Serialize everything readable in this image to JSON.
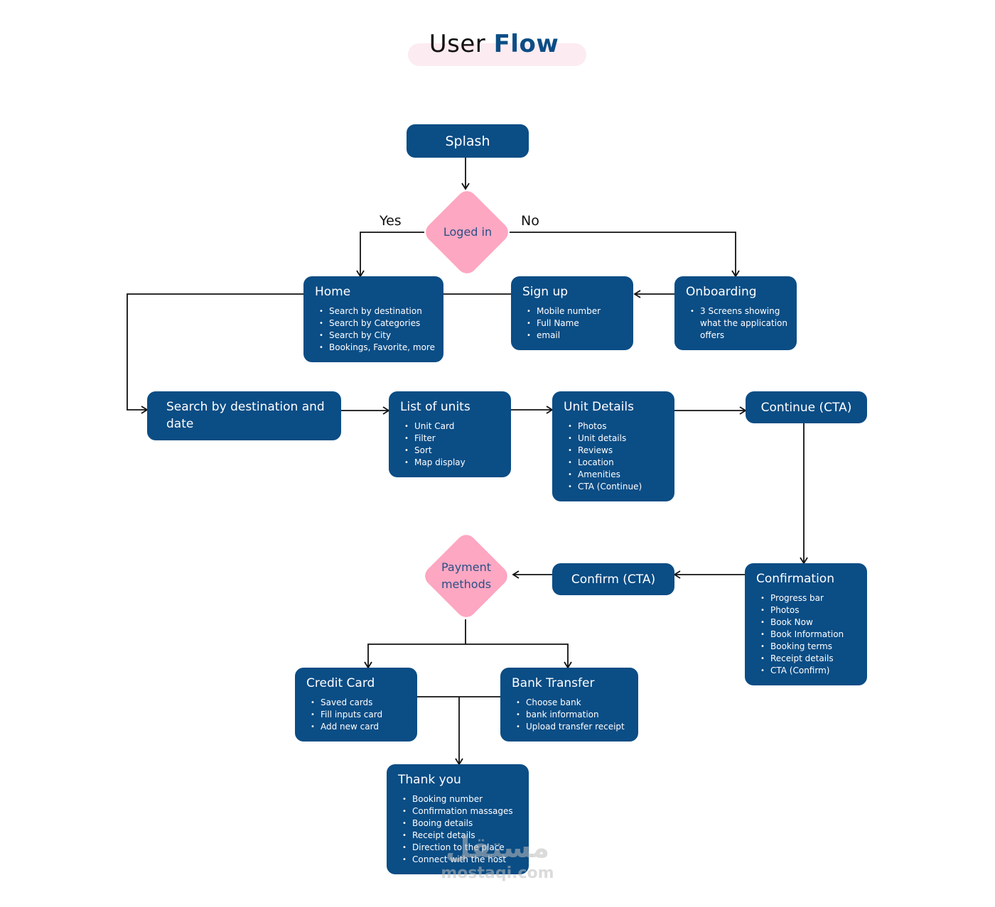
{
  "header": {
    "title_plain": "User",
    "title_accent": "Flow"
  },
  "edge_labels": {
    "yes": "Yes",
    "no": "No"
  },
  "nodes": {
    "splash": {
      "title": "Splash"
    },
    "loged_in": {
      "title": "Loged in"
    },
    "home": {
      "title": "Home",
      "items": [
        "Search by destination",
        "Search by Categories",
        "Search by City",
        "Bookings, Favorite, more"
      ]
    },
    "sign_up": {
      "title": "Sign up",
      "items": [
        "Mobile number",
        "Full Name",
        "email"
      ]
    },
    "onboarding": {
      "title": "Onboarding",
      "items": [
        "3 Screens showing what the application offers"
      ]
    },
    "search": {
      "title": "Search by destination and date"
    },
    "list_units": {
      "title": "List of units",
      "items": [
        "Unit Card",
        "Filter",
        "Sort",
        "Map display"
      ]
    },
    "unit_details": {
      "title": "Unit Details",
      "items": [
        "Photos",
        "Unit details",
        "Reviews",
        "Location",
        "Amenities",
        "CTA (Continue)"
      ]
    },
    "continue_cta": {
      "title": "Continue (CTA)"
    },
    "confirmation": {
      "title": "Confirmation",
      "items": [
        "Progress bar",
        "Photos",
        "Book Now",
        "Book Information",
        "Booking terms",
        "Receipt details",
        "CTA (Confirm)"
      ]
    },
    "confirm_cta": {
      "title": "Confirm (CTA)"
    },
    "payment": {
      "title": "Payment methods"
    },
    "credit_card": {
      "title": "Credit Card",
      "items": [
        "Saved cards",
        "Fill inputs card",
        "Add new card"
      ]
    },
    "bank_transfer": {
      "title": "Bank Transfer",
      "items": [
        "Choose bank",
        "bank information",
        "Upload transfer receipt"
      ]
    },
    "thank_you": {
      "title": "Thank you",
      "items": [
        "Booking number",
        "Confirmation massages",
        "Booing details",
        "Receipt details",
        "Direction to the place",
        "Connect with the host"
      ]
    }
  },
  "watermark": {
    "arabic": "مستقل",
    "latin": "mostaqi.com"
  },
  "colors": {
    "node": "#0b4d85",
    "decision": "#fda7c2",
    "decision_text": "#2b4f86",
    "title_accent": "#0b4d85",
    "title_pill": "#fcebf1"
  }
}
